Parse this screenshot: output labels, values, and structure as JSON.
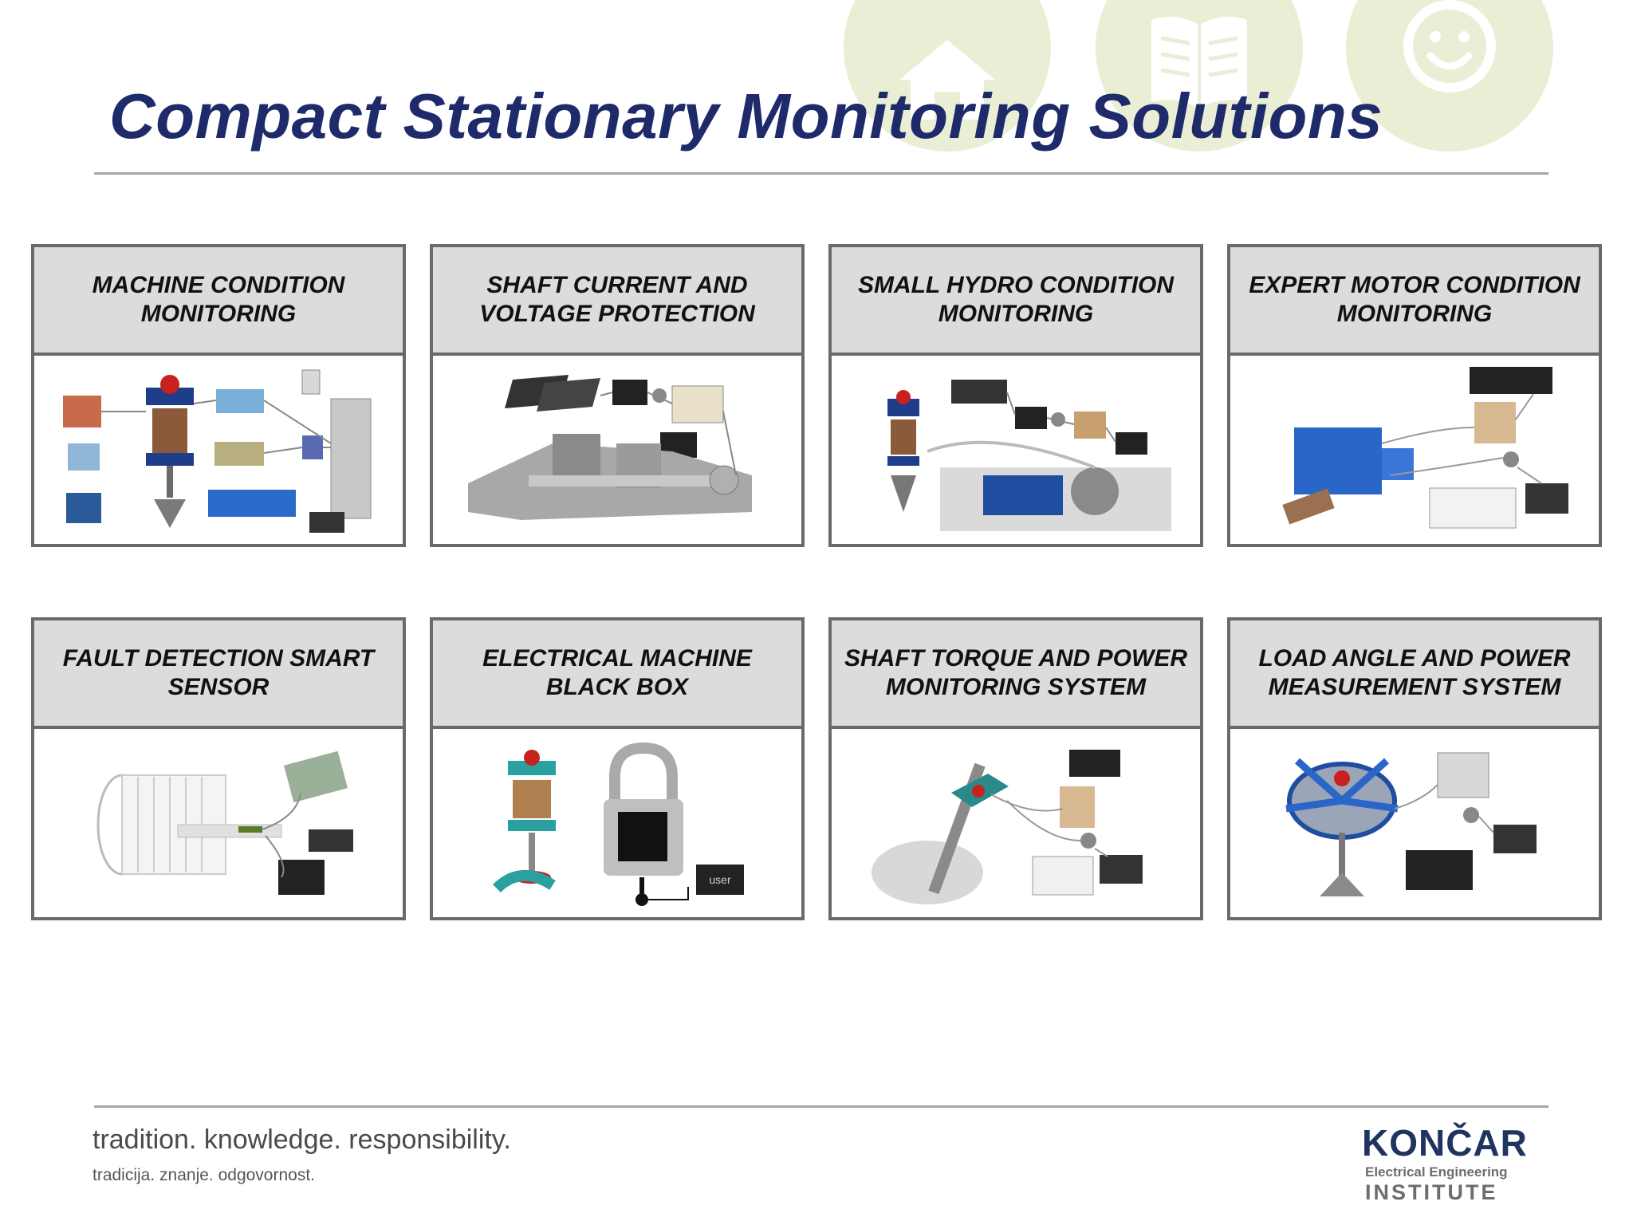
{
  "title": "Compact Stationary Monitoring Solutions",
  "decorative_icons": [
    "house-icon",
    "book-icon",
    "smiley-icon"
  ],
  "cards": [
    {
      "label": "MACHINE CONDITION MONITORING"
    },
    {
      "label": "SHAFT CURRENT AND VOLTAGE PROTECTION"
    },
    {
      "label": "SMALL HYDRO CONDITION MONITORING"
    },
    {
      "label": "EXPERT MOTOR CONDITION MONITORING"
    },
    {
      "label": "FAULT DETECTION SMART SENSOR"
    },
    {
      "label": "ELECTRICAL MACHINE BLACK BOX",
      "illustration_text": "user"
    },
    {
      "label": "SHAFT TORQUE AND POWER MONITORING SYSTEM"
    },
    {
      "label": "LOAD ANGLE AND POWER MEASUREMENT SYSTEM"
    }
  ],
  "footer": {
    "tagline": "tradition. knowledge. responsibility.",
    "tagline_local": "tradicija. znanje. odgovornost.",
    "logo_brand": "KONČAR",
    "logo_subtitle": "Electrical Engineering",
    "logo_institute": "INSTITUTE"
  },
  "colors": {
    "title": "#1f2a6b",
    "card_border": "#6a6a6a",
    "card_header": "#dcdcdc",
    "deco_circle": "#eaeed4",
    "logo": "#1f3560"
  }
}
